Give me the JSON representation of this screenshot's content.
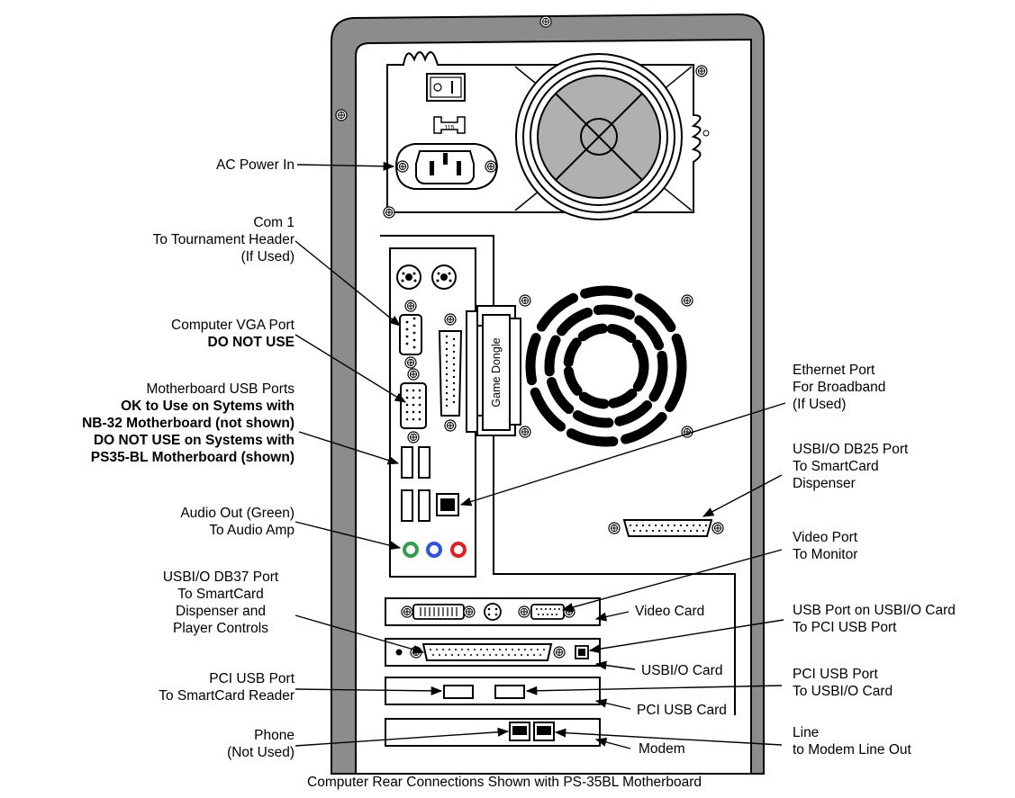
{
  "caption": "Computer Rear Connections Shown with PS-35BL Motherboard",
  "dongle_label": "Game Dongle",
  "psu_switch_text": "115",
  "labels_left": {
    "ac_power": {
      "lines": [
        "AC Power In"
      ]
    },
    "com1": {
      "lines": [
        "Com 1",
        "To Tournament Header",
        "(If Used)"
      ]
    },
    "vga": {
      "lines": [
        "Computer VGA Port"
      ],
      "bold": "DO NOT USE"
    },
    "mb_usb": {
      "lines": [
        "Motherboard USB Ports"
      ],
      "bold_lines": [
        "OK to Use on Sytems with",
        "NB-32 Motherboard (not shown)",
        "DO NOT USE on Systems with",
        "PS35-BL Motherboard (shown)"
      ]
    },
    "audio": {
      "lines": [
        "Audio Out (Green)",
        "To Audio Amp"
      ]
    },
    "db37": {
      "lines": [
        "USBI/O DB37 Port",
        "To SmartCard",
        "Dispenser and",
        "Player Controls"
      ]
    },
    "pci_usb_reader": {
      "lines": [
        "PCI USB Port",
        "To SmartCard Reader"
      ]
    },
    "phone": {
      "lines": [
        "Phone",
        "(Not Used)"
      ]
    }
  },
  "labels_right": {
    "ethernet": {
      "lines": [
        "Ethernet Port",
        "For Broadband",
        "(If Used)"
      ]
    },
    "db25": {
      "lines": [
        "USBI/O DB25 Port",
        "To SmartCard",
        "Dispenser"
      ]
    },
    "video_port": {
      "lines": [
        "Video Port",
        "To Monitor"
      ]
    },
    "video_card": {
      "lines": [
        "Video Card"
      ]
    },
    "usb_io_usb": {
      "lines": [
        "USB Port on USBI/O Card",
        "To PCI USB Port"
      ]
    },
    "usbio_card": {
      "lines": [
        "USBI/O Card"
      ]
    },
    "pci_usb_io": {
      "lines": [
        "PCI USB Port",
        "To USBI/O Card"
      ]
    },
    "pci_usb_card": {
      "lines": [
        "PCI USB Card"
      ]
    },
    "line": {
      "lines": [
        "Line",
        "to Modem Line Out"
      ]
    },
    "modem": {
      "lines": [
        "Modem"
      ]
    }
  },
  "colors": {
    "case_bezel": "#8c8c8c",
    "fan_grey": "#b0b0b0",
    "audio_green": "#2e9e4f",
    "audio_blue": "#2d54e0",
    "audio_red": "#e02020"
  }
}
